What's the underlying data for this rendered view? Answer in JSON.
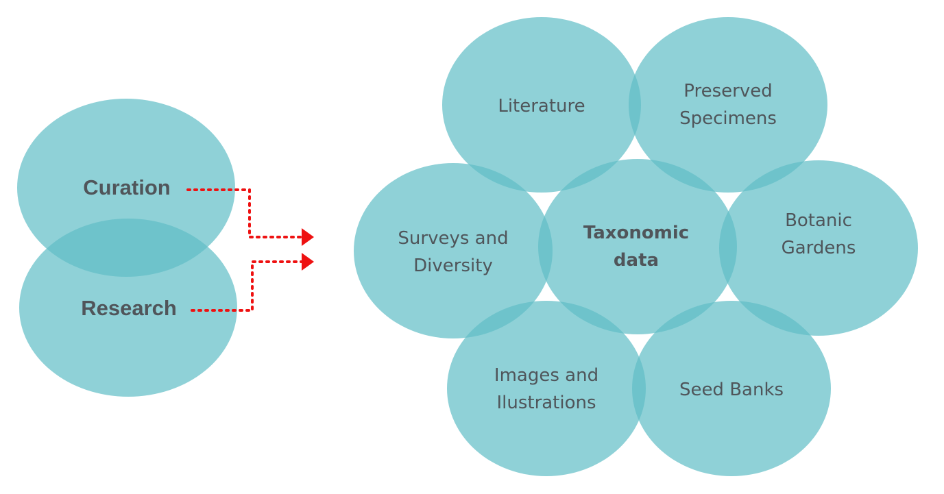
{
  "colors": {
    "circle_fill": "#5fbec6",
    "text": "#4f555a",
    "arrow": "#ee1111"
  },
  "left": {
    "curation": "Curation",
    "research": "Research"
  },
  "right": {
    "literature": "Literature",
    "preserved_line1": "Preserved",
    "preserved_line2": "Specimens",
    "surveys_line1": "Surveys and",
    "surveys_line2": "Diversity",
    "taxonomic_line1": "Taxonomic",
    "taxonomic_line2": "data",
    "botanic_line1": "Botanic",
    "botanic_line2": "Gardens",
    "images_line1": "Images and",
    "images_line2": "Ilustrations",
    "seed_banks": "Seed Banks"
  }
}
